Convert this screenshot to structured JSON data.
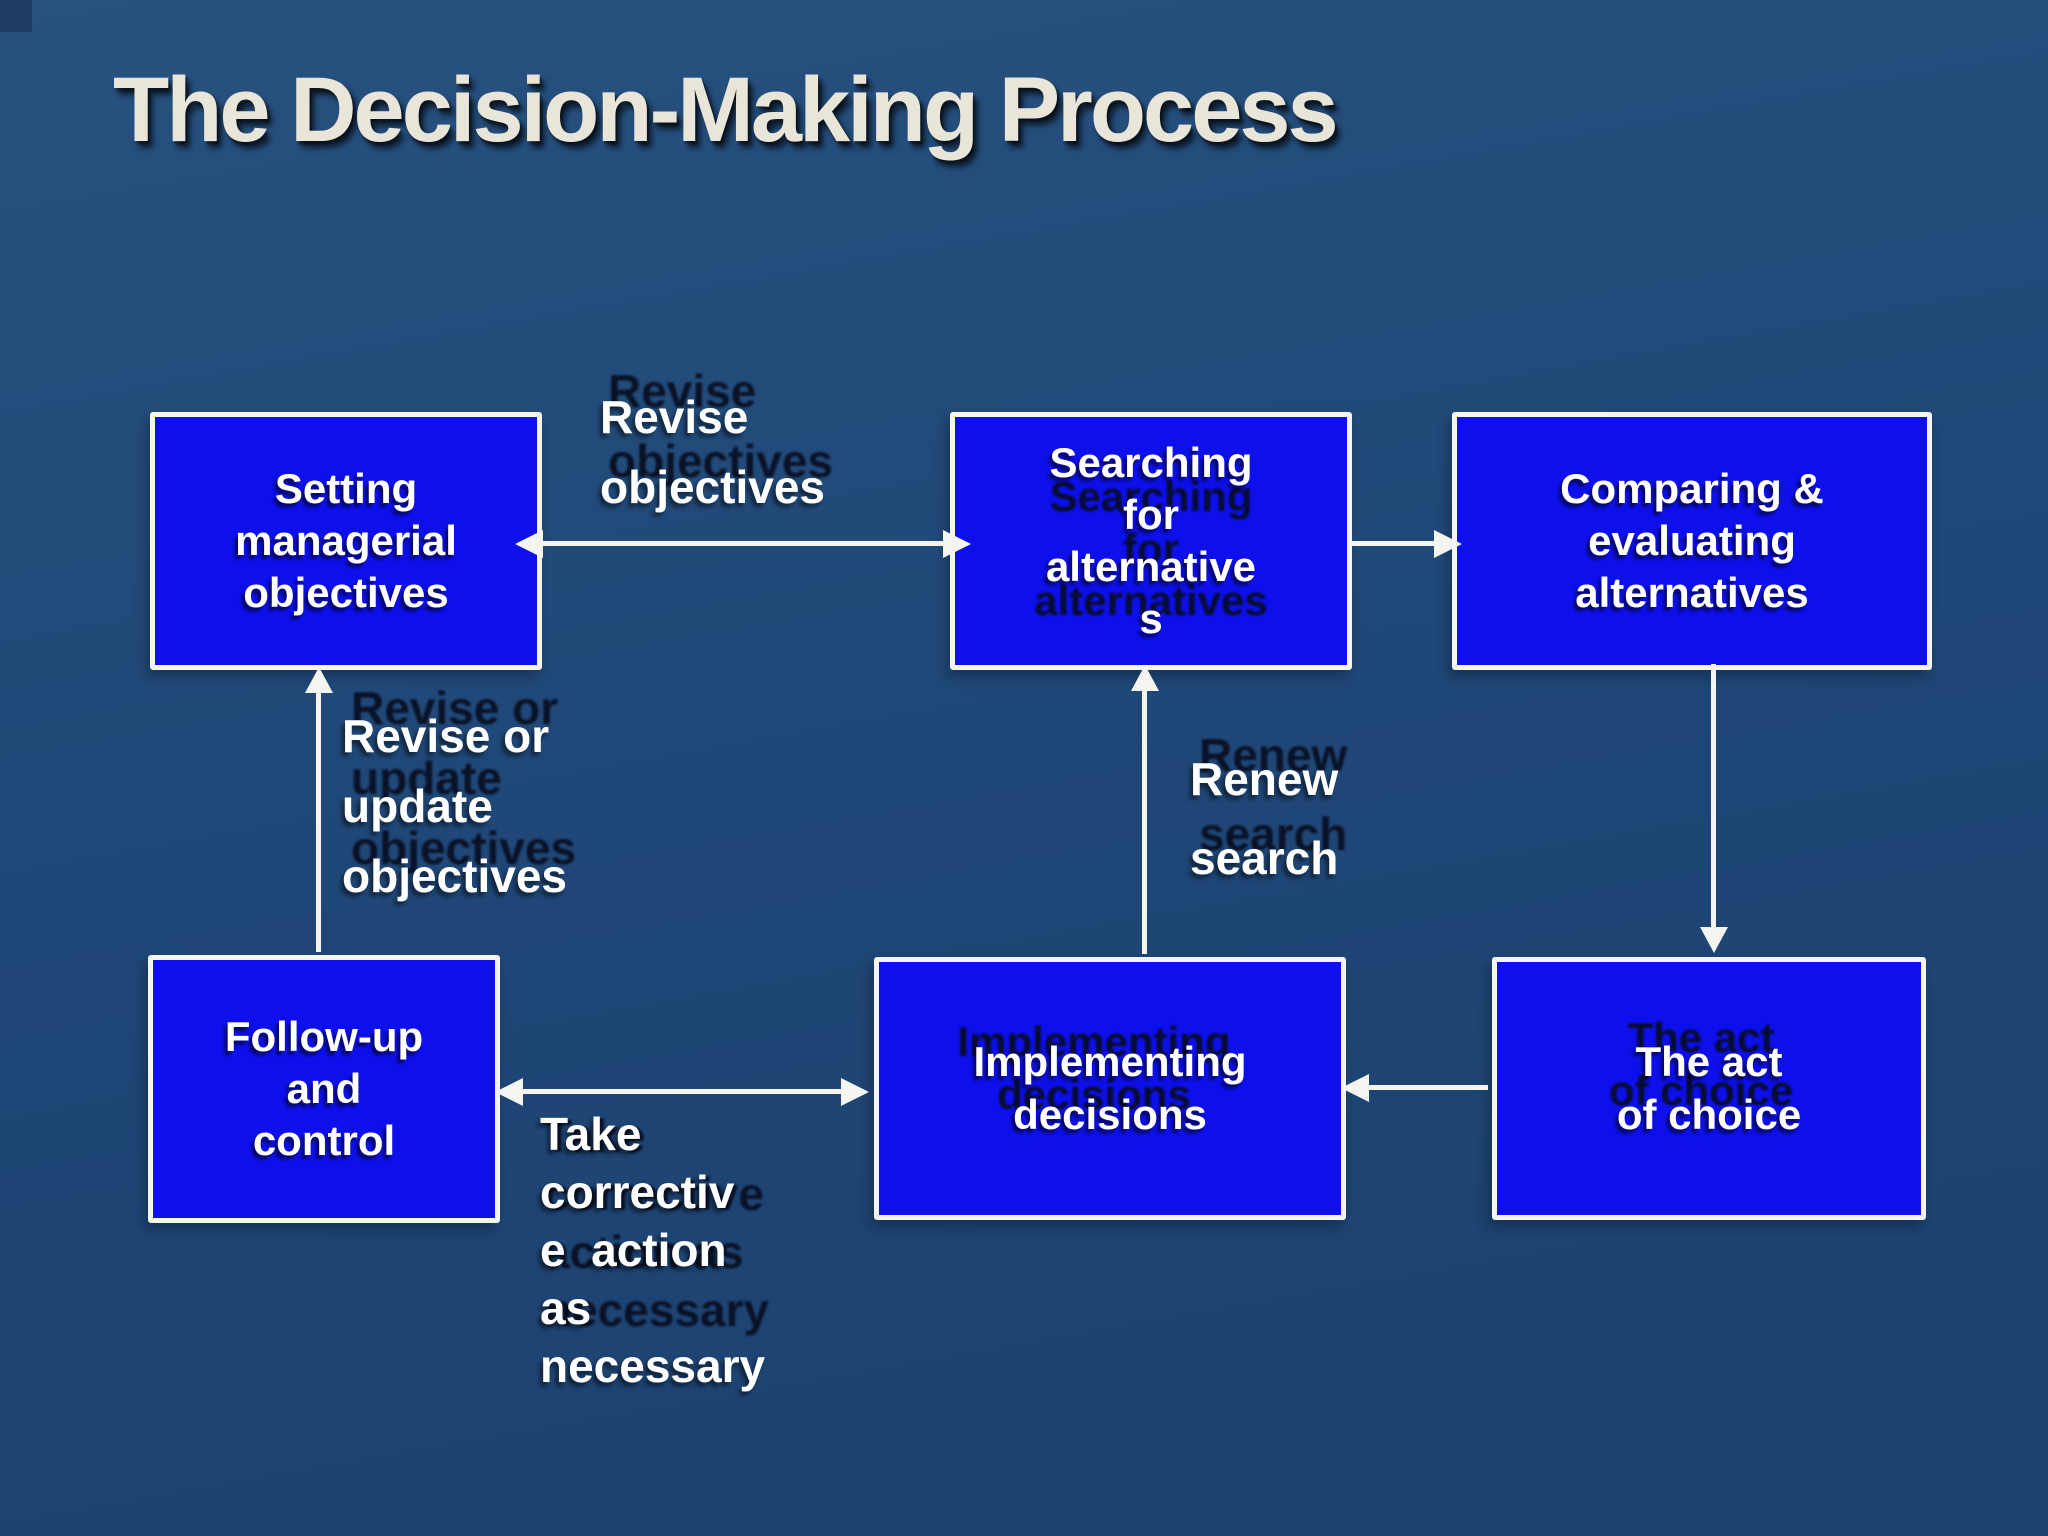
{
  "title": "The Decision-Making Process",
  "colors": {
    "background": "#1f4777",
    "box_fill": "#0d10ea",
    "box_border": "#f5f5f0",
    "box_text": "#ffffff",
    "ghost_text": "#080c1e",
    "arrow": "#f4f5f1",
    "title_text": "#e9e5d9"
  },
  "boxes": [
    {
      "id": "setting-managerial-objectives",
      "text": "Setting\nmanagerial\nobjectives"
    },
    {
      "id": "searching-for-alternatives",
      "text": "Searching\nfor\nalternative\ns",
      "ghost": "Searching\nfor\nalternatives"
    },
    {
      "id": "comparing-evaluating-alternatives",
      "text": "Comparing &\nevaluating\nalternatives"
    },
    {
      "id": "follow-up-and-control",
      "text": "Follow-up\nand\ncontrol"
    },
    {
      "id": "implementing-decisions",
      "text": "Implementing\ndecisions",
      "ghost": "Implementing\ndecisions"
    },
    {
      "id": "the-act-of-choice",
      "text": "The act\nof choice",
      "ghost": "The act\nof choice"
    }
  ],
  "labels": [
    {
      "id": "revise-objectives",
      "text": "Revise\nobjectives",
      "ghost": "Revise\nobjectives"
    },
    {
      "id": "revise-or-update-objectives",
      "text": "Revise or\nupdate\nobjectives",
      "ghost": "Revise or\nupdate\nobjectives"
    },
    {
      "id": "renew-search",
      "text": "Renew\nsearch",
      "ghost": "Renew\nsearch"
    },
    {
      "id": "take-corrective-action",
      "text": "Take\ncorrectiv\ne  action\nas\nnecessary",
      "ghost": "Take\ncorrective\naction as\nnecessary"
    }
  ],
  "connectors": [
    {
      "from": "setting-managerial-objectives",
      "to": "searching-for-alternatives",
      "style": "double-arrow",
      "label": "Revise objectives"
    },
    {
      "from": "searching-for-alternatives",
      "to": "comparing-evaluating-alternatives",
      "style": "arrow",
      "label": ""
    },
    {
      "from": "comparing-evaluating-alternatives",
      "to": "the-act-of-choice",
      "style": "arrow",
      "label": ""
    },
    {
      "from": "the-act-of-choice",
      "to": "implementing-decisions",
      "style": "arrow",
      "label": ""
    },
    {
      "from": "implementing-decisions",
      "to": "searching-for-alternatives",
      "style": "arrow",
      "label": "Renew search"
    },
    {
      "from": "implementing-decisions",
      "to": "follow-up-and-control",
      "style": "double-arrow",
      "label": "Take corrective action as necessary"
    },
    {
      "from": "follow-up-and-control",
      "to": "setting-managerial-objectives",
      "style": "arrow",
      "label": "Revise or update objectives"
    }
  ]
}
